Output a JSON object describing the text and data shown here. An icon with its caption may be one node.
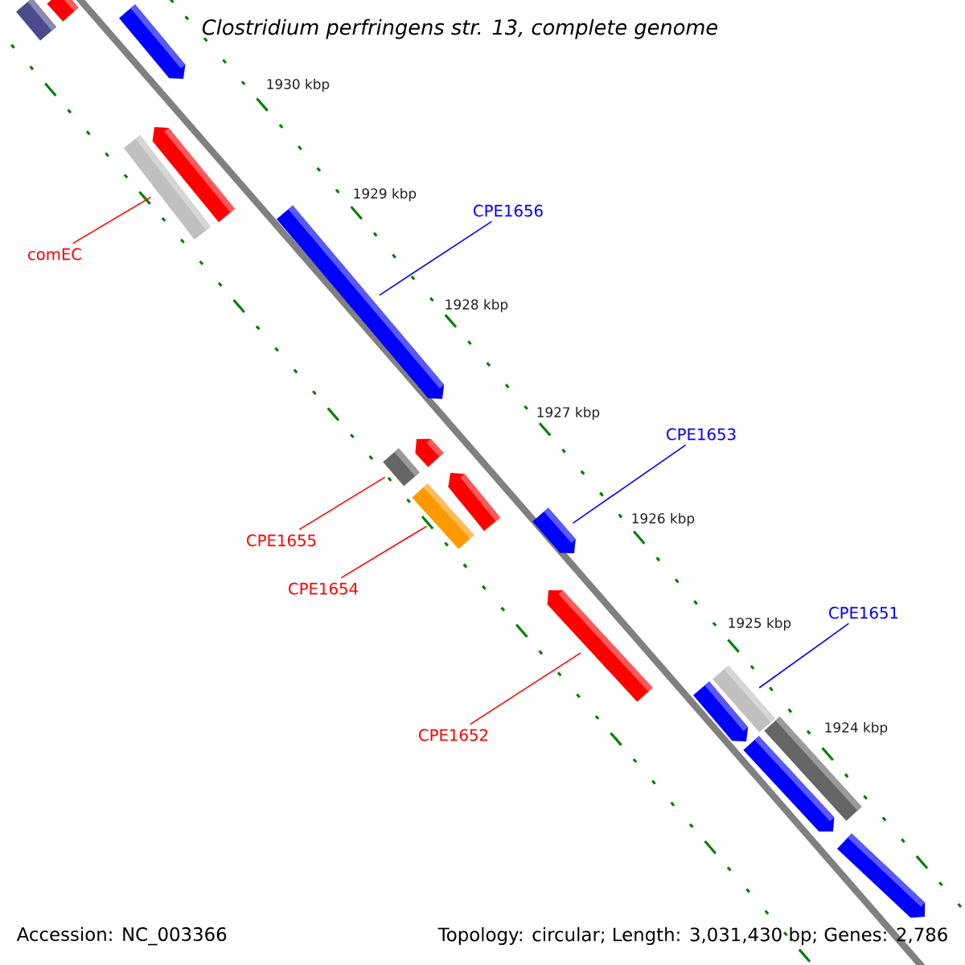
{
  "diagram": {
    "title": "Clostridium perfringens str. 13, complete genome",
    "nodes": [
      {
        "text": [],
        "shape": "bar"
      },
      {
        "text": [],
        "shape": "bar"
      },
      {
        "text": [],
        "shape": "bar"
      },
      {
        "text": [],
        "shape": "bar"
      },
      {
        "text": [],
        "shape": "bar"
      },
      {
        "text": [
          "comEC"
        ]
      },
      {
        "text": [],
        "shape": "bar"
      },
      {
        "text": [
          "CPE1656"
        ]
      },
      {
        "text": [],
        "shape": "bar"
      },
      {
        "text": [],
        "shape": "bar"
      },
      {
        "text": [],
        "shape": "bar"
      },
      {
        "text": [],
        "shape": "bar"
      },
      {
        "text": [],
        "shape": "bar"
      },
      {
        "text": [
          "CPE1653"
        ]
      },
      {
        "text": [
          "CPE1655"
        ]
      },
      {
        "text": [
          "CPE1654"
        ]
      },
      {
        "text": [],
        "shape": "bar"
      },
      {
        "text": [
          "CPE1652"
        ]
      },
      {
        "text": [
          "CPE1651"
        ]
      },
      {
        "text": [],
        "shape": "bar"
      },
      {
        "text": [],
        "shape": "bar"
      },
      {
        "text": [],
        "shape": "bar"
      },
      {
        "text": [],
        "shape": "bar"
      },
      {
        "text": [],
        "shape": "bar"
      }
    ],
    "edges": [
      {
        "from": 5,
        "to": 4,
        "arrow": "none"
      },
      {
        "from": 7,
        "to": 6,
        "arrow": "none",
        "color": "#0000ff"
      },
      {
        "from": 13,
        "to": 12,
        "arrow": "none",
        "color": "#0000ff"
      },
      {
        "from": 14,
        "to": 9,
        "arrow": "none"
      },
      {
        "from": 15,
        "to": 11,
        "arrow": "none"
      },
      {
        "from": 17,
        "to": 16,
        "arrow": "none"
      },
      {
        "from": 18,
        "to": 19,
        "arrow": "none",
        "color": "#0000ff"
      }
    ],
    "labels": [
      "1930 kbp",
      "1929 kbp",
      "1928 kbp",
      "1927 kbp",
      "1926 kbp",
      "1925 kbp",
      "1924 kbp",
      "Accession: NC_003366",
      "Topology: circular; Length: 3,031,430 bp; Genes: 2,786"
    ]
  }
}
